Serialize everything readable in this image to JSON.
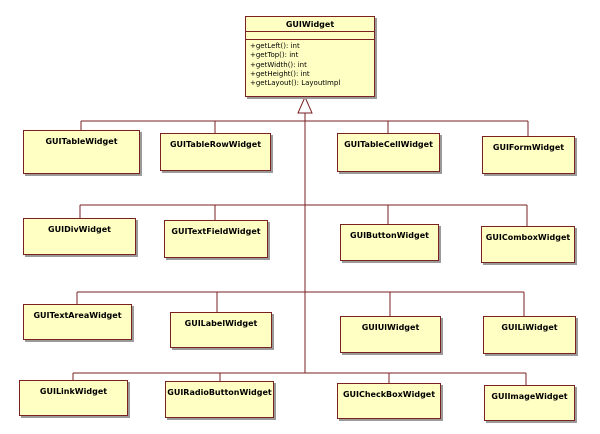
{
  "base_class": {
    "name": "GUIWidget",
    "methods": [
      "+getLeft(): int",
      "+getTop(): int",
      "+getWidth(): int",
      "+getHeight(): int",
      "+getLayout(): LayoutImpl"
    ]
  },
  "subclasses": [
    "GUITableWidget",
    "GUITableRowWidget",
    "GUITableCellWidget",
    "GUIFormWidget",
    "GUIDivWidget",
    "GUITextFieldWidget",
    "GUIButtonWidget",
    "GUIComboxWidget",
    "GUITextAreaWidget",
    "GUILabelWidget",
    "GUIUlWidget",
    "GUILiWidget",
    "GUILinkWidget",
    "GUIRadioButtonWidget",
    "GUICheckBoxWidget",
    "GUIImageWidget"
  ],
  "colors": {
    "fill": "#ffffc4",
    "border": "#7a2222",
    "line": "#7a2222",
    "shadow": "#9a9a9a"
  }
}
